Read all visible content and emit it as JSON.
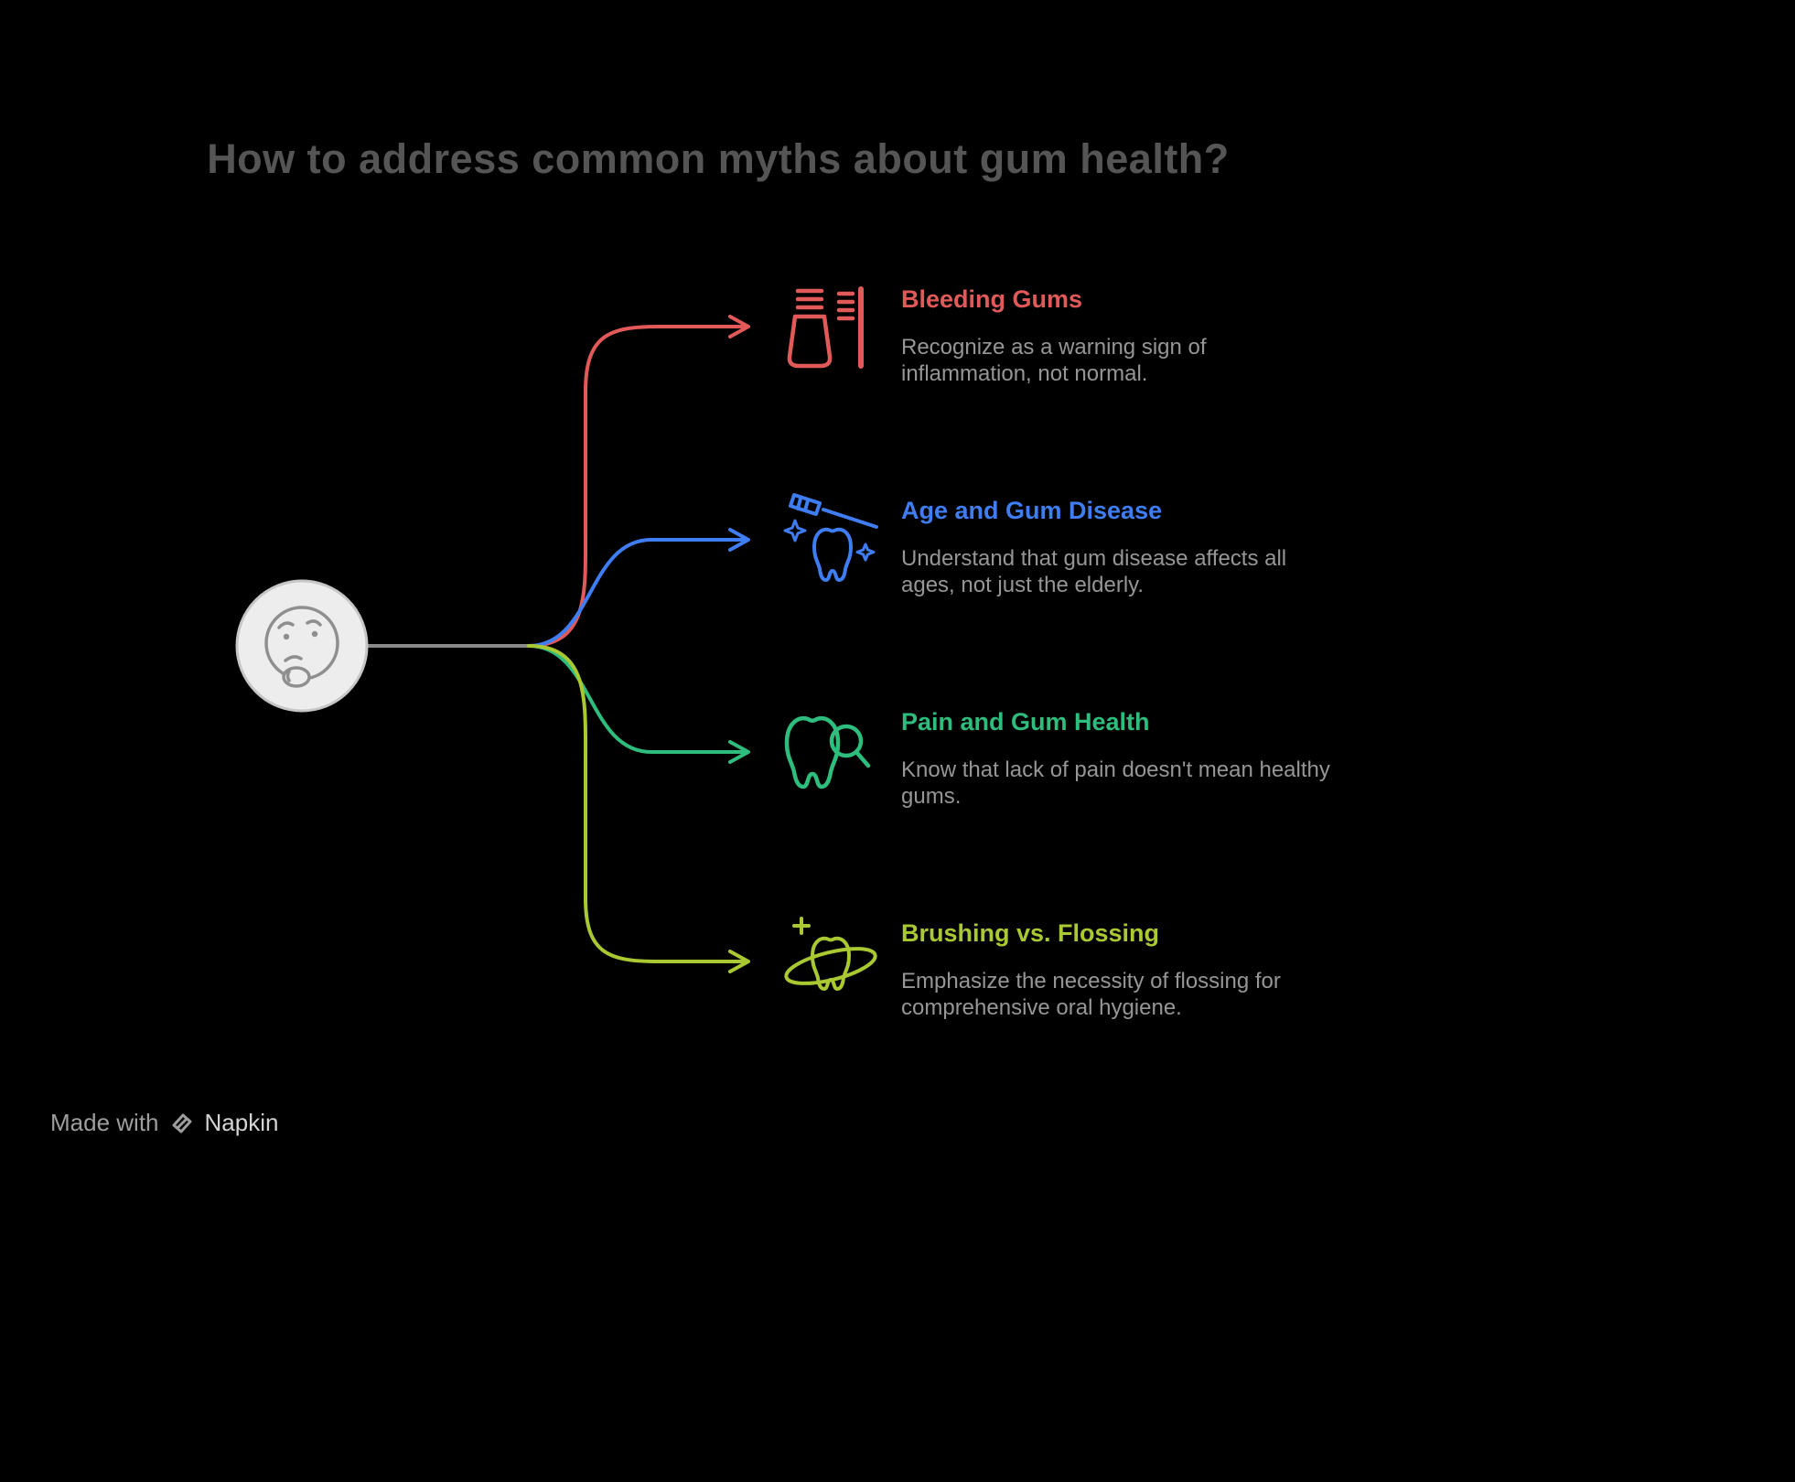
{
  "title": "How to address common myths about gum health?",
  "center": {
    "icon": "thinking-face-icon"
  },
  "branches": [
    {
      "label": "Bleeding Gums",
      "description": "Recognize as a warning sign of inflammation, not normal.",
      "color": "#e25959",
      "icon": "toothpaste-toothbrush-icon"
    },
    {
      "label": "Age and Gum Disease",
      "description": "Understand that gum disease affects all ages, not just the elderly.",
      "color": "#3f7df2",
      "icon": "tooth-brushing-sparkle-icon"
    },
    {
      "label": "Pain and Gum Health",
      "description": "Know that lack of pain doesn't mean healthy gums.",
      "color": "#2ebd7d",
      "icon": "tooth-magnifier-icon"
    },
    {
      "label": "Brushing vs. Flossing",
      "description": "Emphasize the necessity of flossing for comprehensive oral hygiene.",
      "color": "#a9c832",
      "icon": "tooth-floss-icon"
    }
  ],
  "connector_color": "#8a8a8a",
  "footer": {
    "made_with": "Made with",
    "brand": "Napkin"
  }
}
